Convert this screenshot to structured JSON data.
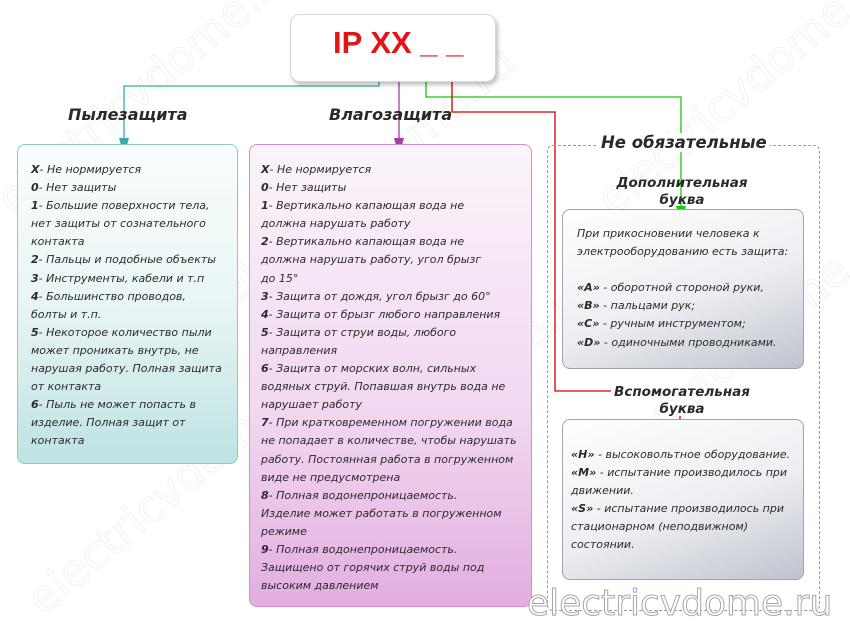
{
  "title": "IP XX _ _",
  "watermark": "electricvdome.ru",
  "colors": {
    "dust": "#3aa9ac",
    "water": "#a33ea8",
    "additional": "#14c814",
    "auxiliary": "#d40000",
    "title": "#e31414"
  },
  "dust": {
    "heading": "Пылезащита",
    "items": [
      {
        "code": "X",
        "text": "- Не нормируется"
      },
      {
        "code": "0",
        "text": "- Нет защиты"
      },
      {
        "code": "1",
        "text": "- Большие поверхности тела,",
        "cont": [
          "нет защиты от сознательного",
          "контакта"
        ]
      },
      {
        "code": "2",
        "text": "- Пальцы и подобные объекты"
      },
      {
        "code": "3",
        "text": "- Инструменты, кабели и т.п"
      },
      {
        "code": "4",
        "text": "- Большинство проводов,",
        "cont": [
          "болты и т.п."
        ]
      },
      {
        "code": "5",
        "text": "- Некоторое количество пыли",
        "cont": [
          "может проникать внутрь, не",
          "нарушая работу. Полная защита",
          "от контакта"
        ]
      },
      {
        "code": "6",
        "text": "- Пыль не может попасть в",
        "cont": [
          "изделие. Полная защит от",
          "контакта"
        ]
      }
    ]
  },
  "water": {
    "heading": "Влагозащита",
    "items": [
      {
        "code": "X",
        "text": "- Не нормируется"
      },
      {
        "code": "0",
        "text": "- Нет защиты"
      },
      {
        "code": "1",
        "text": "- Вертикально капающая вода не",
        "cont": [
          "должна нарушать работу"
        ]
      },
      {
        "code": "2",
        "text": "- Вертикально капающая вода не",
        "cont": [
          "должна нарушать работу, угол брызг",
          "до 15°"
        ]
      },
      {
        "code": "3",
        "text": "- Защита от дождя, угол брызг до 60°"
      },
      {
        "code": "4",
        "text": "- Защита от брызг любого направления"
      },
      {
        "code": "5",
        "text": "- Защита от струи воды, любого",
        "cont": [
          "направления"
        ]
      },
      {
        "code": "6",
        "text": "- Защита от морских волн, сильных",
        "cont": [
          "водяных струй. Попавшая внутрь вода не",
          "нарушает работу"
        ]
      },
      {
        "code": "7",
        "text": "- При кратковременном погружении вода",
        "cont": [
          "не попадает в количестве, чтобы нарушать",
          "работу. Постоянная работа в погруженном",
          "виде не предусмотрена"
        ]
      },
      {
        "code": "8",
        "text": "- Полная водонепроницаемость.",
        "cont": [
          "Изделие может работать в погруженном",
          "режиме"
        ]
      },
      {
        "code": "9",
        "text": "- Полная водонепроницаемость.",
        "cont": [
          "Защищено от горячих струй воды под",
          "высоким давлением"
        ]
      }
    ]
  },
  "optional": {
    "heading": "Не обязательные",
    "additional": {
      "heading_1": "Дополнительная",
      "heading_2": "буква",
      "intro_1": "При прикосновении человека к",
      "intro_2": "электрооборудованию есть защита:",
      "items": [
        {
          "code": "«A»",
          "text": " - оборотной стороной руки,"
        },
        {
          "code": "«B»",
          "text": " - пальцами рук;"
        },
        {
          "code": "«C»",
          "text": " - ручным инструментом;"
        },
        {
          "code": "«D»",
          "text": " - одиночными проводниками."
        }
      ]
    },
    "auxiliary": {
      "heading_1": "Вспомогательная",
      "heading_2": "буква",
      "items": [
        {
          "code": "«H»",
          "text": " - высоковольтное оборудование."
        },
        {
          "code": "«M»",
          "text": " - испытание производилось при",
          "cont": [
            "движении."
          ]
        },
        {
          "code": "«S»",
          "text": " - испытание производилось при",
          "cont": [
            "стационарном (неподвижном)",
            "состоянии."
          ]
        }
      ]
    }
  }
}
